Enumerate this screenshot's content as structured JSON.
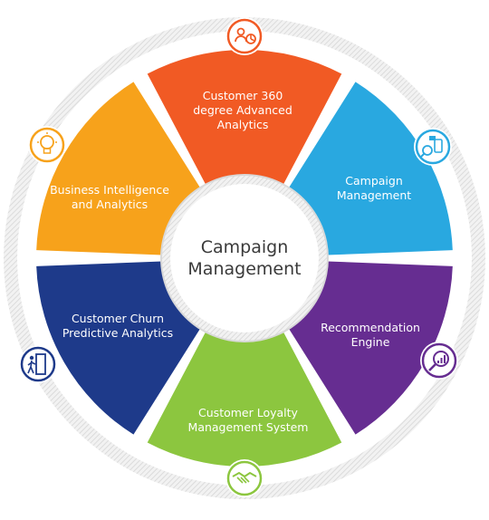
{
  "center": {
    "line1": "Campaign",
    "line2": "Management"
  },
  "segments": [
    {
      "id": "customer-360",
      "lines": [
        "Customer 360",
        "degree Advanced",
        "Analytics"
      ],
      "color": "#F15A24",
      "icon": "customer-profile-icon"
    },
    {
      "id": "campaign-management",
      "lines": [
        "Campaign",
        "Management"
      ],
      "color": "#29A8E0",
      "icon": "search-devices-icon"
    },
    {
      "id": "recommendation-engine",
      "lines": [
        "Recommendation",
        "Engine"
      ],
      "color": "#662D91",
      "icon": "analytics-magnifier-icon"
    },
    {
      "id": "customer-loyalty",
      "lines": [
        "Customer Loyalty",
        "Management System"
      ],
      "color": "#8CC63F",
      "icon": "handshake-icon"
    },
    {
      "id": "customer-churn",
      "lines": [
        "Customer Churn",
        "Predictive Analytics"
      ],
      "color": "#1E3A8A",
      "icon": "exit-door-icon"
    },
    {
      "id": "business-intelligence",
      "lines": [
        "Business Intelligence",
        "and Analytics"
      ],
      "color": "#F7A21B",
      "icon": "lightbulb-icon"
    }
  ]
}
